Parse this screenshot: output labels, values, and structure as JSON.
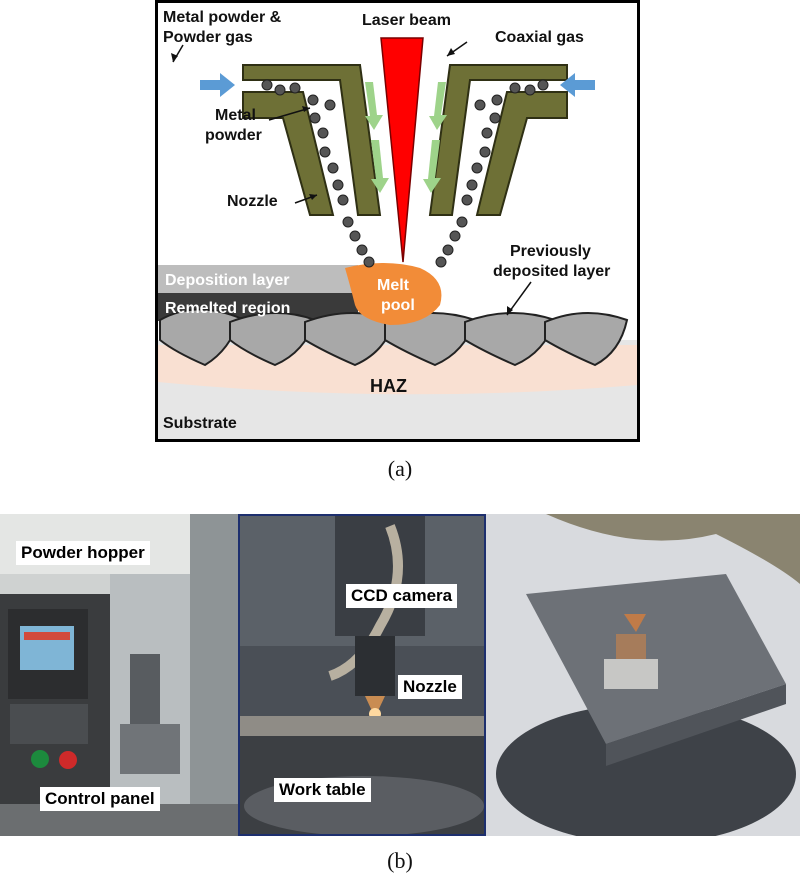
{
  "panel_a": {
    "caption": "(a)",
    "labels": {
      "metal_powder_gas_line1": "Metal powder &",
      "metal_powder_gas_line2": "Powder gas",
      "laser_beam": "Laser beam",
      "coaxial_gas": "Coaxial gas",
      "metal_powder_line1": "Metal",
      "metal_powder_line2": "powder",
      "nozzle": "Nozzle",
      "deposition_layer": "Deposition layer",
      "remelted_region": "Remelted region",
      "melt_pool_line1": "Melt",
      "melt_pool_line2": "pool",
      "previously_line1": "Previously",
      "previously_line2": "deposited layer",
      "haz": "HAZ",
      "substrate": "Substrate"
    },
    "colors": {
      "nozzle": "#6e7036",
      "laser": "#ff0000",
      "melt_pool": "#f28c38",
      "coaxial_arrow": "#9ed38a",
      "powder_arrow": "#5b9bd5",
      "deposit_bead": "#a8a8a8",
      "deposition_band": "#bdbdbd",
      "remelted_band": "#3a3a3a",
      "haz": "#f9e0d2",
      "substrate": "#e6e6e6"
    }
  },
  "panel_b": {
    "caption": "(b)",
    "callouts": {
      "powder_hopper": "Powder hopper",
      "control_panel": "Control panel",
      "ccd_camera": "CCD camera",
      "nozzle": "Nozzle",
      "work_table": "Work table"
    }
  }
}
